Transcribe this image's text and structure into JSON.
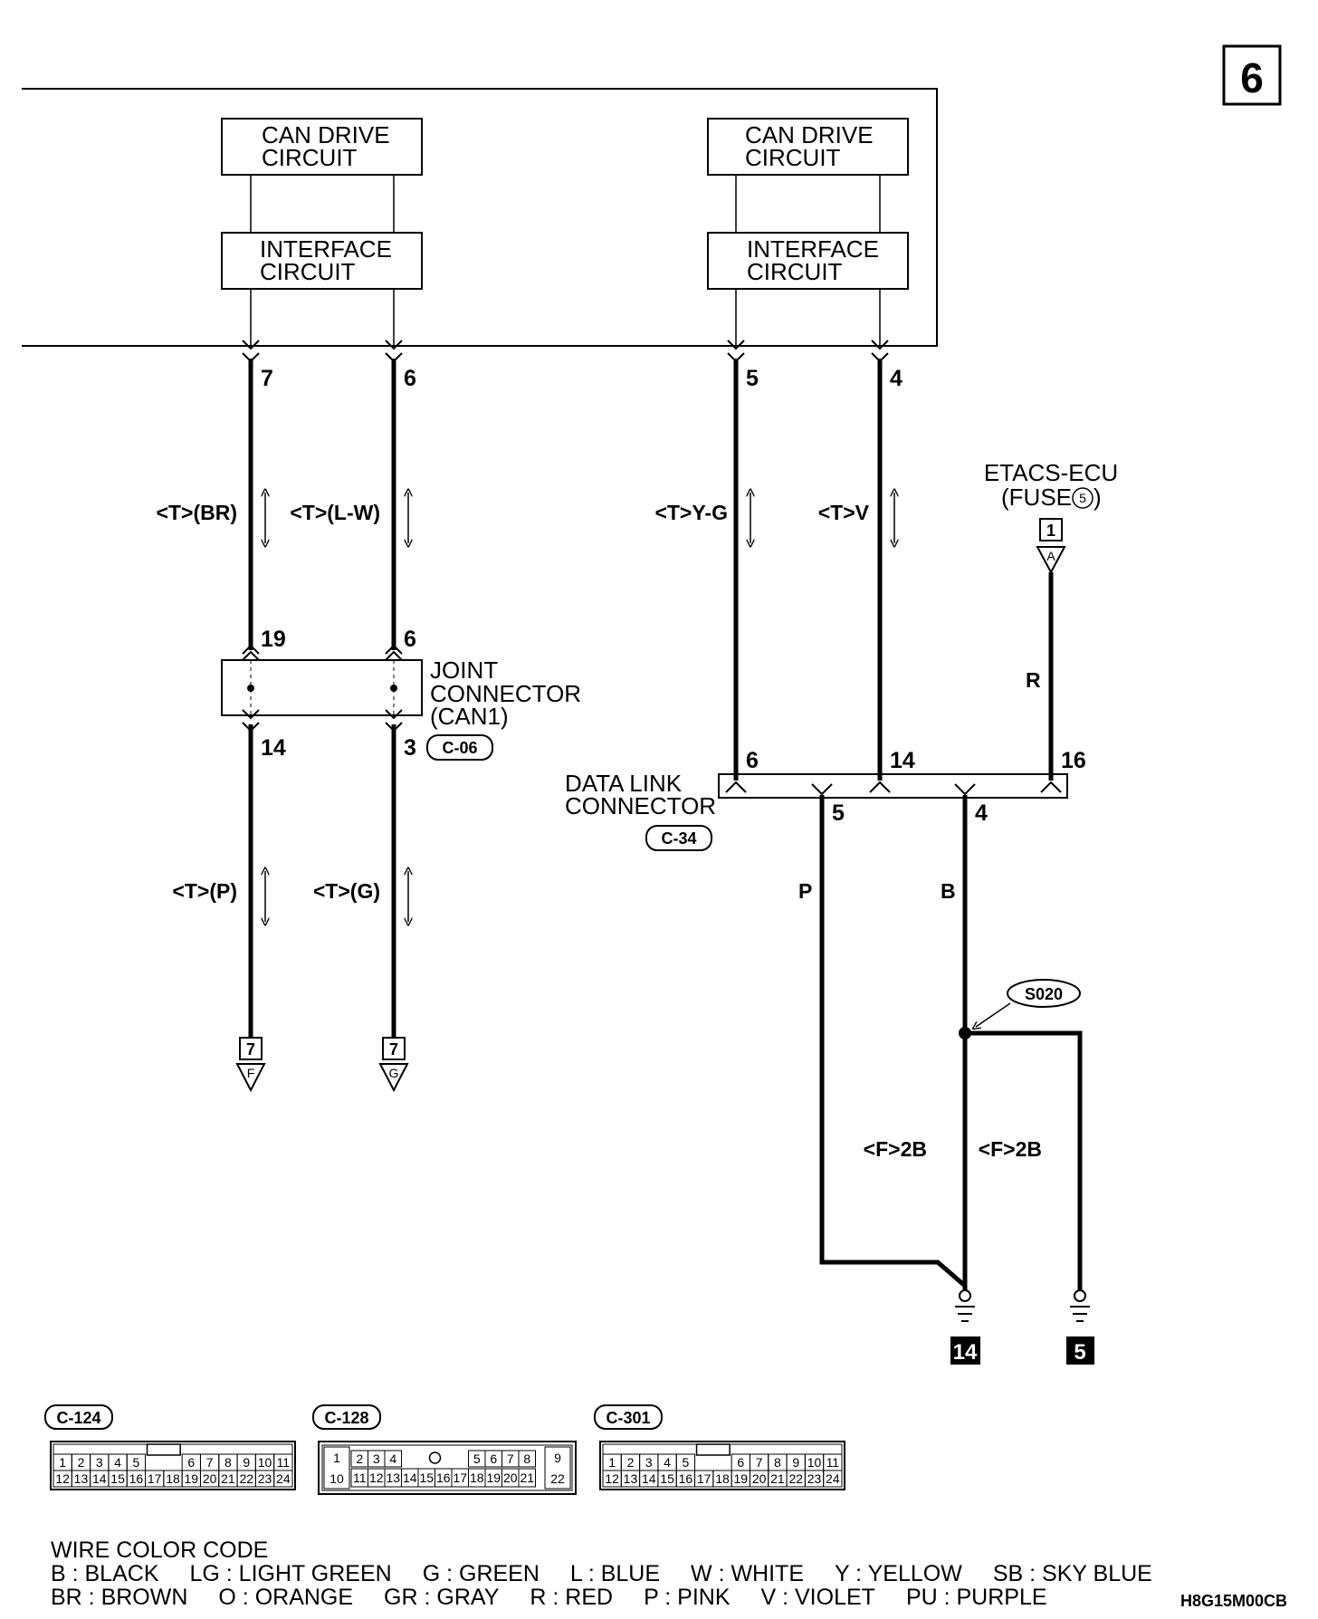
{
  "page_number": "6",
  "ecu_blocks": {
    "left": {
      "can_drive": [
        "CAN DRIVE",
        "CIRCUIT"
      ],
      "interface": [
        "INTERFACE",
        "CIRCUIT"
      ]
    },
    "right": {
      "can_drive": [
        "CAN DRIVE",
        "CIRCUIT"
      ],
      "interface": [
        "INTERFACE",
        "CIRCUIT"
      ]
    }
  },
  "terminals": {
    "ecu_7": "7",
    "ecu_6": "6",
    "ecu_5": "5",
    "ecu_4": "4",
    "jc_top_19": "19",
    "jc_top_6": "6",
    "jc_bot_14": "14",
    "jc_bot_3": "3",
    "dlc_6": "6",
    "dlc_14": "14",
    "dlc_16": "16",
    "dlc_5": "5",
    "dlc_4": "4"
  },
  "wire_labels": {
    "w1": "<T>(BR)",
    "w2": "<T>(L-W)",
    "w3": "<T>Y-G",
    "w4": "<T>V",
    "w5": "<T>(P)",
    "w6": "<T>(G)",
    "r": "R",
    "p": "P",
    "b": "B",
    "f2b_left": "<F>2B",
    "f2b_right": "<F>2B"
  },
  "etacs": {
    "line1": "ETACS-ECU",
    "line2_pre": "(FUSE",
    "fuse_no": "5",
    "line2_post": ")",
    "conn_no": "1",
    "conn_letter": "A"
  },
  "joint_connector": {
    "lines": [
      "JOINT",
      "CONNECTOR",
      "(CAN1)"
    ],
    "code": "C-06"
  },
  "data_link_connector": {
    "lines": [
      "DATA LINK",
      "CONNECTOR"
    ],
    "code": "C-34"
  },
  "offpage": {
    "left": {
      "num": "7",
      "letter": "F"
    },
    "right": {
      "num": "7",
      "letter": "G"
    }
  },
  "splice": "S020",
  "grounds": [
    "14",
    "5"
  ],
  "connectors": [
    {
      "code": "C-124",
      "top": [
        "1",
        "2",
        "3",
        "4",
        "5",
        "",
        "6",
        "7",
        "8",
        "9",
        "10",
        "11"
      ],
      "bottom": [
        "12",
        "13",
        "14",
        "15",
        "16",
        "17",
        "18",
        "19",
        "20",
        "21",
        "22",
        "23",
        "24"
      ]
    },
    {
      "code": "C-128",
      "left_top": "1",
      "left_bottom": "10",
      "top": [
        "2",
        "3",
        "4",
        "",
        "5",
        "6",
        "7",
        "8"
      ],
      "bottom": [
        "11",
        "12",
        "13",
        "14",
        "15",
        "16",
        "17",
        "18",
        "19",
        "20",
        "21"
      ],
      "right_top": "9",
      "right_bottom": "22"
    },
    {
      "code": "C-301",
      "top": [
        "1",
        "2",
        "3",
        "4",
        "5",
        "",
        "6",
        "7",
        "8",
        "9",
        "10",
        "11"
      ],
      "bottom": [
        "12",
        "13",
        "14",
        "15",
        "16",
        "17",
        "18",
        "19",
        "20",
        "21",
        "22",
        "23",
        "24"
      ]
    }
  ],
  "legend": {
    "title": "WIRE COLOR CODE",
    "row1": [
      "B : BLACK",
      "LG : LIGHT GREEN",
      "G : GREEN",
      "L : BLUE",
      "W : WHITE",
      "Y : YELLOW",
      "SB : SKY BLUE"
    ],
    "row2": [
      "BR : BROWN",
      "O : ORANGE",
      "GR : GRAY",
      "R : RED",
      "P : PINK",
      "V : VIOLET",
      "PU : PURPLE"
    ]
  },
  "document_code": "H8G15M00CB"
}
